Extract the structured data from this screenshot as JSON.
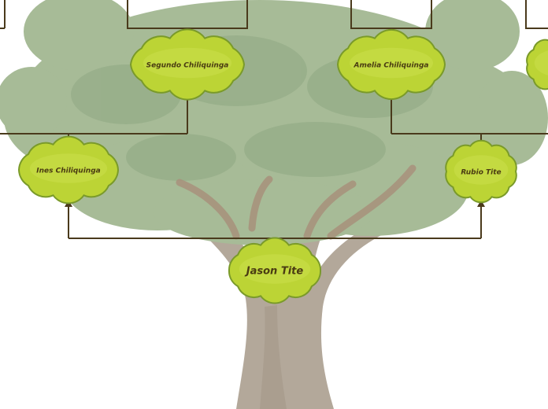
{
  "colors": {
    "background": "#ffffff",
    "foliage": "#a7bb97",
    "foliage_dark": "#8fa883",
    "trunk": "#b3a89a",
    "trunk_dark": "#9c8f80",
    "branch": "#a8917b",
    "connector": "#4a3a1c",
    "node_fill": "#bcd435",
    "node_stroke": "#7a9a2a",
    "node_text": "#4a3b12"
  },
  "tree": {
    "root": {
      "id": "jason-tite",
      "name": "Jason Tite"
    },
    "parents": [
      {
        "id": "ines-chiliquinga",
        "name": "Ines Chiliquinga",
        "side": "left"
      },
      {
        "id": "rubio-tite",
        "name": "Rubio Tite",
        "side": "right"
      }
    ],
    "grandparents": [
      {
        "id": "segundo-chiliquinga",
        "name": "Segundo Chiliquinga",
        "parent_of": "ines-chiliquinga"
      },
      {
        "id": "amelia-chiliquinga",
        "name": "Amelia Chiliquinga",
        "parent_of": "rubio-tite"
      },
      {
        "id": "partial-right",
        "name": "",
        "parent_of": "rubio-tite"
      }
    ]
  }
}
